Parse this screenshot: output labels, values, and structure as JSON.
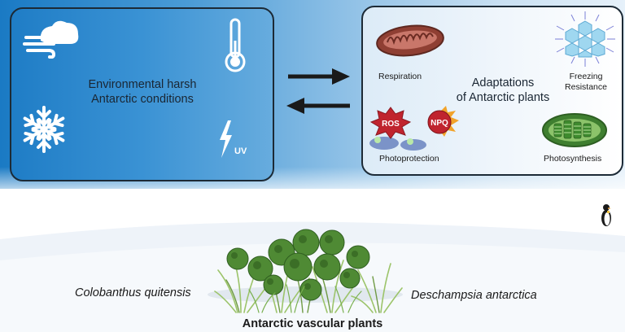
{
  "environment": {
    "line1": "Environmental harsh",
    "line2": "Antarctic conditions",
    "uv_label": "UV"
  },
  "adaptations": {
    "line1": "Adaptations",
    "line2": "of Antarctic plants",
    "respiration": "Respiration",
    "freezing_line1": "Freezing",
    "freezing_line2": "Resistance",
    "photoprotection": "Photoprotection",
    "photosynthesis": "Photosynthesis",
    "ros": "ROS",
    "npq": "NPQ"
  },
  "species": {
    "left": "Colobanthus quitensis",
    "right": "Deschampsia antarctica"
  },
  "caption": "Antarctic vascular plants",
  "icons": [
    "cloud-wind-icon",
    "thermometer-icon",
    "snowflake-icon",
    "lightning-uv-icon",
    "mitochondrion-icon",
    "ice-crystal-icon",
    "chloroplast-icon",
    "penguin-icon"
  ],
  "colors": {
    "sky_dark": "#1a7ac4",
    "sky_light": "#e6f1fa",
    "box_border": "#1c2a36",
    "mitochondrion": "#9a4a3c",
    "chloroplast": "#4d8f3a",
    "ros_badge": "#c0242e",
    "npq_badge": "#c0242e"
  }
}
